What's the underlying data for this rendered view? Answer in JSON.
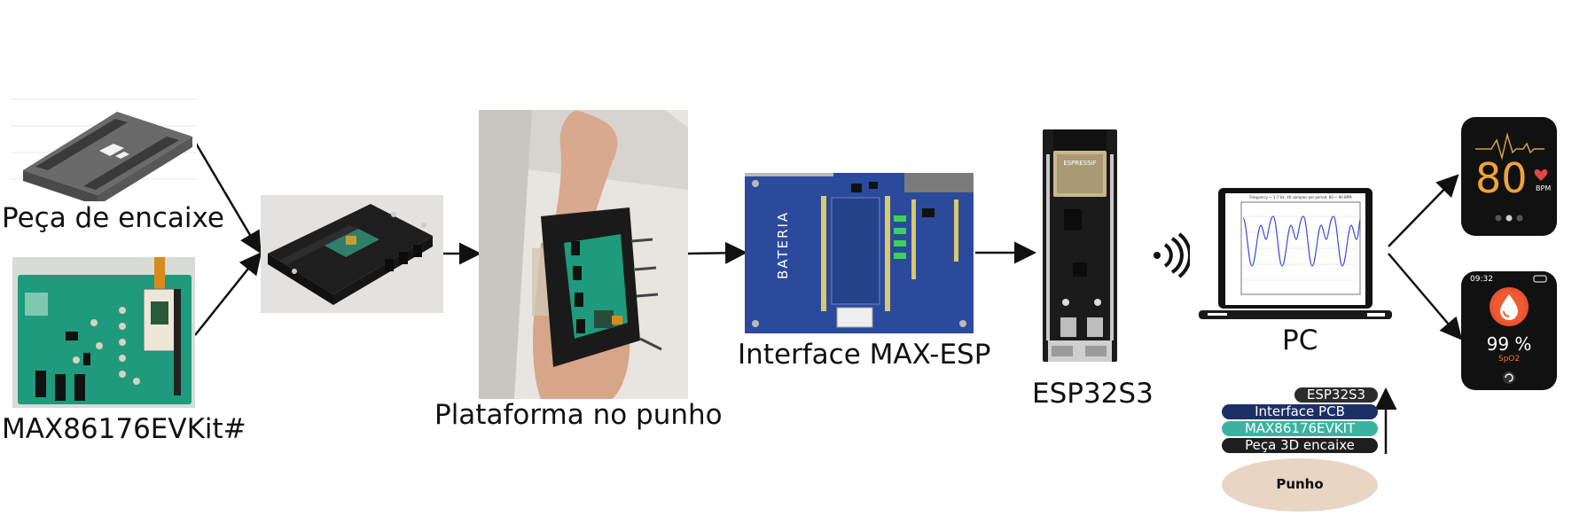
{
  "captions": {
    "peca": "Peça de encaixe",
    "max_kit": "MAX86176EVKit#",
    "plataforma": "Plataforma no punho",
    "interface": "Interface MAX-ESP",
    "esp": "ESP32S3",
    "pc": "PC"
  },
  "pcb": {
    "battery_label": "BATERIA"
  },
  "esp_board": {
    "brand": "ESPRESSIF"
  },
  "laptop_chart": {
    "title": "Frequency ~ 1.7 Hz, 40 samples per period, 60 ~ 90 BPM"
  },
  "watch_hr": {
    "value": "80",
    "unit": "BPM"
  },
  "watch_spo2": {
    "time": "09:32",
    "value": "99 %",
    "label": "SpO2"
  },
  "stack": {
    "layers": [
      {
        "label": "ESP32S3",
        "color": "#2b2b2b"
      },
      {
        "label": "Interface PCB",
        "color": "#1c2f66"
      },
      {
        "label": "MAX86176EVKIT",
        "color": "#3bb3a0"
      },
      {
        "label": "Peça 3D encaixe",
        "color": "#1e1e1e"
      }
    ],
    "base": {
      "label": "Punho",
      "color": "#e8d5c4"
    }
  }
}
